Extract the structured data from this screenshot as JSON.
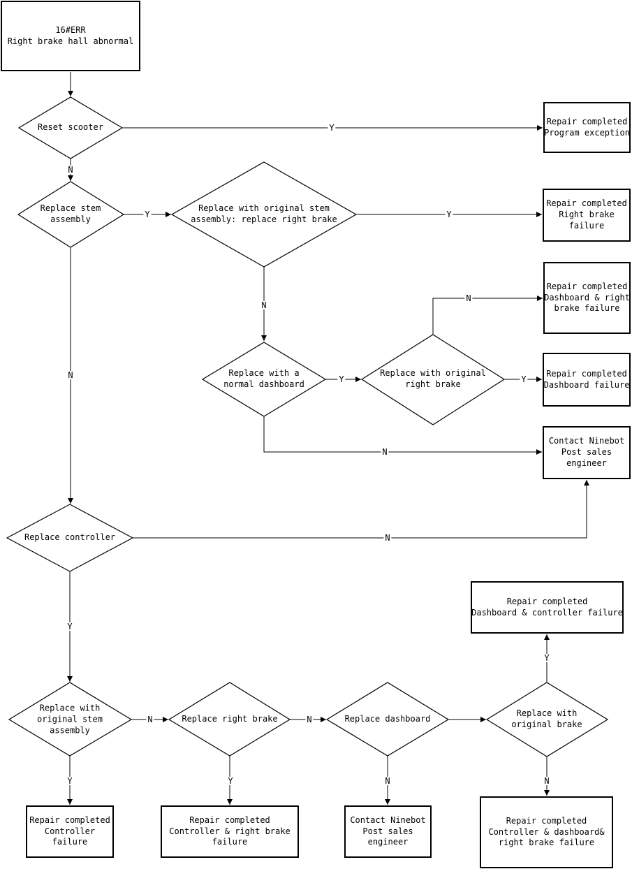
{
  "diagram": {
    "type": "flowchart",
    "error_code": "16#ERR",
    "error_name": "Right brake hall abnormal",
    "colors": {
      "line": "#000000",
      "background": "#ffffff",
      "text": "#000000"
    }
  },
  "nodes": {
    "start": {
      "type": "process",
      "label": "16#ERR\nRight brake hall abnormal"
    },
    "reset_scooter": {
      "type": "decision",
      "label": "Reset scooter"
    },
    "program_exception": {
      "type": "terminal",
      "label": "Repair completed\nProgram exception"
    },
    "replace_stem": {
      "type": "decision",
      "label": "Replace stem\nassembly"
    },
    "replace_original_stem": {
      "type": "decision",
      "label": "Replace with original stem\nassembly: replace right brake"
    },
    "right_brake_failure": {
      "type": "terminal",
      "label": "Repair completed\nRight brake\nfailure"
    },
    "replace_normal_dashboard": {
      "type": "decision",
      "label": "Replace with a\nnormal dashboard"
    },
    "replace_original_right_brake": {
      "type": "decision",
      "label": "Replace with original\nright brake"
    },
    "dashboard_right_brake_failure": {
      "type": "terminal",
      "label": "Repair completed\nDashboard & right\nbrake failure"
    },
    "dashboard_failure": {
      "type": "terminal",
      "label": "Repair completed\nDashboard failure"
    },
    "contact_ninebot_upper": {
      "type": "terminal",
      "label": "Contact Ninebot\nPost sales\nengineer"
    },
    "replace_controller": {
      "type": "decision",
      "label": "Replace controller"
    },
    "dashboard_controller_failure": {
      "type": "terminal",
      "label": "Repair completed\nDashboard & controller failure"
    },
    "replace_original_stem_2": {
      "type": "decision",
      "label": "Replace with\noriginal stem\nassembly"
    },
    "replace_right_brake": {
      "type": "decision",
      "label": "Replace right brake"
    },
    "replace_dashboard": {
      "type": "decision",
      "label": "Replace dashboard"
    },
    "replace_original_brake": {
      "type": "decision",
      "label": "Replace with\noriginal brake"
    },
    "controller_failure": {
      "type": "terminal",
      "label": "Repair completed\nController\nfailure"
    },
    "controller_right_brake_failure": {
      "type": "terminal",
      "label": "Repair completed\nController & right brake\nfailure"
    },
    "contact_ninebot_lower": {
      "type": "terminal",
      "label": "Contact Ninebot\nPost sales\nengineer"
    },
    "controller_dashboard_right_brake_failure": {
      "type": "terminal",
      "label": "Repair completed\nController & dashboard&\nright brake failure"
    }
  },
  "edges": [
    {
      "from": "start",
      "to": "reset_scooter",
      "label": ""
    },
    {
      "from": "reset_scooter",
      "to": "program_exception",
      "label": "Y"
    },
    {
      "from": "reset_scooter",
      "to": "replace_stem",
      "label": "N"
    },
    {
      "from": "replace_stem",
      "to": "replace_original_stem",
      "label": "Y"
    },
    {
      "from": "replace_original_stem",
      "to": "right_brake_failure",
      "label": "Y"
    },
    {
      "from": "replace_original_stem",
      "to": "replace_normal_dashboard",
      "label": "N"
    },
    {
      "from": "replace_normal_dashboard",
      "to": "replace_original_right_brake",
      "label": "Y"
    },
    {
      "from": "replace_original_right_brake",
      "to": "dashboard_right_brake_failure",
      "label": "N"
    },
    {
      "from": "replace_original_right_brake",
      "to": "dashboard_failure",
      "label": "Y"
    },
    {
      "from": "replace_normal_dashboard",
      "to": "contact_ninebot_upper",
      "label": "N"
    },
    {
      "from": "replace_stem",
      "to": "replace_controller",
      "label": "N"
    },
    {
      "from": "replace_controller",
      "to": "contact_ninebot_upper",
      "label": "N"
    },
    {
      "from": "replace_controller",
      "to": "replace_original_stem_2",
      "label": "Y"
    },
    {
      "from": "replace_original_stem_2",
      "to": "replace_right_brake",
      "label": "N"
    },
    {
      "from": "replace_right_brake",
      "to": "replace_dashboard",
      "label": "N"
    },
    {
      "from": "replace_dashboard",
      "to": "replace_original_brake",
      "label": ""
    },
    {
      "from": "replace_original_brake",
      "to": "dashboard_controller_failure",
      "label": "Y"
    },
    {
      "from": "replace_original_stem_2",
      "to": "controller_failure",
      "label": "Y"
    },
    {
      "from": "replace_right_brake",
      "to": "controller_right_brake_failure",
      "label": "Y"
    },
    {
      "from": "replace_dashboard",
      "to": "contact_ninebot_lower",
      "label": "N"
    },
    {
      "from": "replace_original_brake",
      "to": "controller_dashboard_right_brake_failure",
      "label": "N"
    }
  ]
}
